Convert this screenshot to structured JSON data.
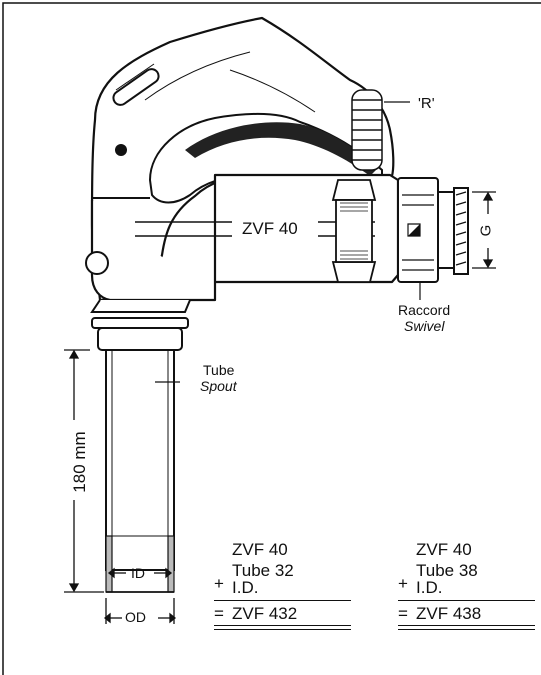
{
  "drawing": {
    "body_marking": "ZVF 40",
    "label_r": "'R'",
    "label_g": "G",
    "swivel": {
      "fr": "Raccord",
      "en": "Swivel"
    },
    "spout": {
      "fr": "Tube",
      "en": "Spout"
    },
    "length": "180 mm",
    "inner_diameter": "ID",
    "outer_diameter": "OD"
  },
  "combinations": [
    {
      "base": "ZVF 40",
      "plus": "+",
      "tube_line1": "Tube 32",
      "tube_line2": "I.D.",
      "equals": "=",
      "result": "ZVF 432"
    },
    {
      "base": "ZVF 40",
      "plus": "+",
      "tube_line1": "Tube 38",
      "tube_line2": "I.D.",
      "equals": "=",
      "result": "ZVF 438"
    }
  ]
}
